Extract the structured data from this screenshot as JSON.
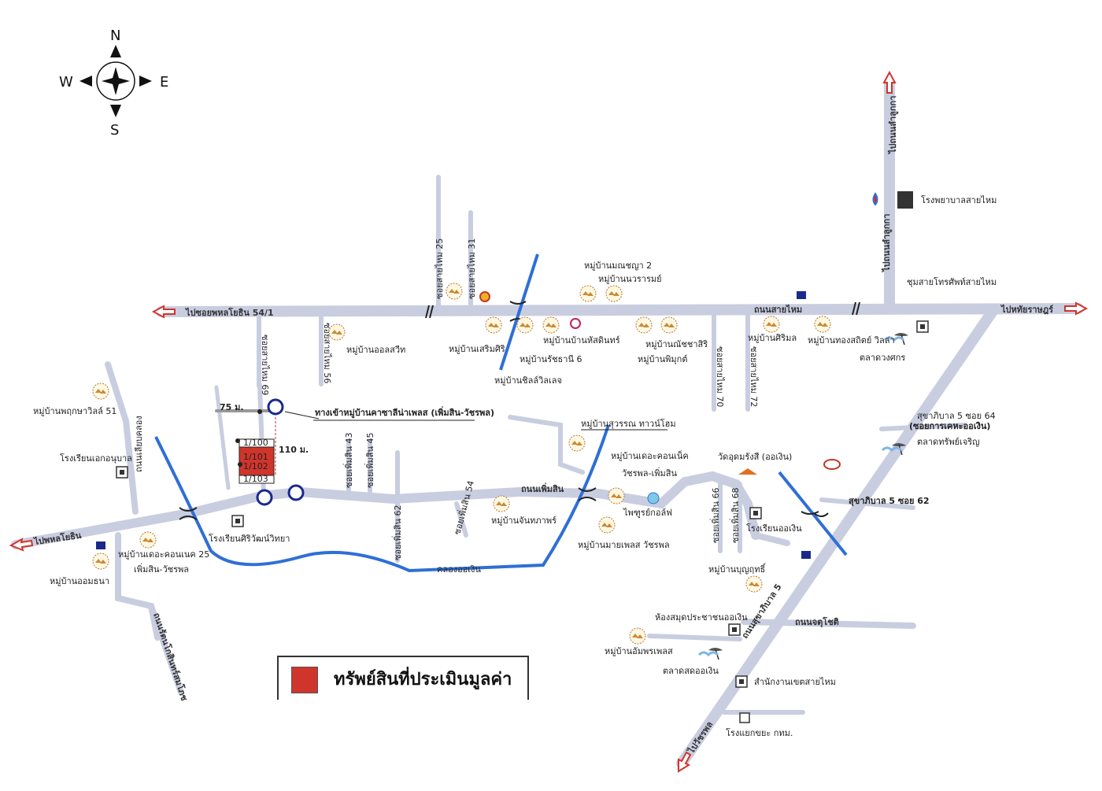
{
  "compass": {
    "north": "N",
    "south": "S",
    "east": "E",
    "west": "W"
  },
  "legend": {
    "label": "ทรัพย์สินที่ประเมินมูลค่า",
    "color": "#d0352b"
  },
  "colors": {
    "road": "#c9cde0",
    "canal": "#2f6fd6",
    "property": "#d0352b"
  },
  "roads": {
    "sai_mai": "ถนนสายไหม",
    "to_phahon_54_1": "ไปซอยพหลโยธิน 54/1",
    "to_hathairat": "ไปหทัยราษฎร์",
    "to_phahonyothin": "ไปพหลโยธิน",
    "to_watcharaphon": "ไปวัชรพล",
    "to_lam_luk_ka": "ไปถนนลำลูกกา",
    "phermsin": "ถนนเพิ่มสิน",
    "sukhaphiban5": "ถนนสุขาภิบาล 5",
    "chatuchot": "ถนนจตุโชติ",
    "khlong_song_ton_nun": "คลองออเงิน",
    "saimai_25": "ซอยสายไหม 25",
    "saimai_31": "ซอยสายไหม 31",
    "saimai_56": "ซอยสายไหม 56",
    "saimai_69": "ซอยสายไหม 69",
    "saimai_70": "ซอยสายไหม 70",
    "saimai_72": "ซอยสายไหม 72",
    "phermsin_43": "ซอยเพิ่มสิน 43",
    "phermsin_45": "ซอยเพิ่มสิน 45",
    "phermsin_62": "ซอยเพิ่มสิน 62",
    "phermsin_54": "ซอยเพิ่มสิน 54",
    "phermsin_66": "ซอยเพิ่มสิน 66",
    "phermsin_68": "ซอยเพิ่มสิน 68",
    "sukhaphiban5_62": "สุขาภิบาล 5 ซอย 62",
    "sukhaphiban5_64": "สุขาภิบาล 5 ซอย 64",
    "sukhaphiban5_64_sub": "(ซอยการเคหะออเงิน)",
    "sukhaphiban5_vertical": "ถนนสุขาภิบาล 5",
    "mai_ruang": "ถนนเลียบคลอง",
    "khlong_rd": "ถนนรัตนโกสินทร์สมโภช",
    "entry": "ทางเข้าหมู่บ้านคาซาลีน่าเพลส (เพิ่มสิน-วัชรพล)"
  },
  "places": {
    "hospital": "โรงพยาบาลสายไหม",
    "telephone": "ชุมสายโทรศัพท์สายไหม",
    "dong_market": "ตลาดวงศกร",
    "thong_sathit": "หมู่บ้านทองสถิตย์ วิลล่า",
    "siri_mon": "หมู่บ้านศิริมล",
    "chaiya_siri": "หมู่บ้านณัชชาสิริ",
    "phimuk": "หมู่บ้านพิมุกต์",
    "phra_rat": "หมู่บ้านบ้านหัสดินทร์",
    "rat_chani": "หมู่บ้านรัชธานี 6",
    "sil_villa": "หมู่บ้านชิลล์วิลเลจ",
    "sermsiri": "หมู่บ้านเสริมศิริ",
    "manchaya": "หมู่บ้านมณชญา 2",
    "nawarom": "หมู่บ้านนวรารมย์",
    "ol_sweet": "หมู่บ้านออลสวีท",
    "pruksa": "หมู่บ้านพฤกษาวิลล์ 51",
    "anuban": "โรงเรียนเอกอนุบาล",
    "siriwat": "โรงเรียนศิริวัฒน์วิทยา",
    "connect25": "หมู่บ้านเดอะคอนเนค 25",
    "connect25_sub": "เพิ่มสิน-วัชรพล",
    "om_thani": "หมู่บ้านออมธนา",
    "suwan": "หมู่บ้านสุวรรณ ทาวน์โฮม",
    "connect": "หมู่บ้านเดอะคอนเน็ค",
    "connect_sub": "วัชรพล-เพิ่มสิน",
    "pruksa_golf": "ไพฑูรย์กอล์ฟ",
    "chan_thaphat": "หมู่บ้านจันทภาพร์",
    "manee_place": "หมู่บ้านมายเพลส วัชรพล",
    "wat": "วัดอุดมรังสี (ออเงิน)",
    "school_oengoen": "โรงเรียนออเงิน",
    "sap_charoen": "ตลาดทรัพย์เจริญ",
    "boon_rik": "หมู่บ้านบุญฤทธิ์",
    "library": "ห้องสมุดประชาชนออเงิน",
    "ampon": "หมู่บ้านอัมพรเพลส",
    "oengoen_market": "ตลาดสดออเงิน",
    "district": "สำนักงานเขตสายไหม",
    "garbage": "โรงแยกขยะ กทม."
  },
  "site": {
    "lots": [
      "1/100",
      "1/101",
      "1/102",
      "1/103"
    ],
    "dist1": "75 ม.",
    "dist2": "110 ม."
  }
}
